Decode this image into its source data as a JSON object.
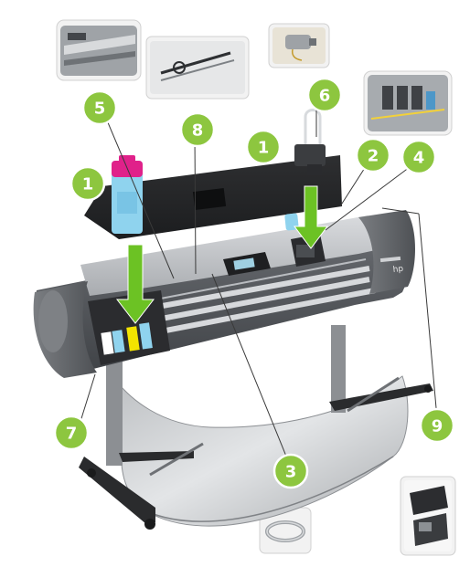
{
  "diagram": {
    "callouts": [
      {
        "id": "c1a",
        "label": "1"
      },
      {
        "id": "c1b",
        "label": "1"
      },
      {
        "id": "c2",
        "label": "2"
      },
      {
        "id": "c3",
        "label": "3"
      },
      {
        "id": "c4",
        "label": "4"
      },
      {
        "id": "c5",
        "label": "5"
      },
      {
        "id": "c6",
        "label": "6"
      },
      {
        "id": "c7",
        "label": "7"
      },
      {
        "id": "c8",
        "label": "8"
      },
      {
        "id": "c9",
        "label": "9"
      }
    ],
    "printer_brand_mark": "hp",
    "colors": {
      "callout": "#8dc63f",
      "arrow": "#6cc224",
      "printer_body": "#5a5d62",
      "printer_top": "#c9cbce",
      "cartridge_magenta": "#e0218a",
      "cartridge_cyan": "#8fd3ee",
      "cartridge_yellow": "#f3e400"
    }
  }
}
